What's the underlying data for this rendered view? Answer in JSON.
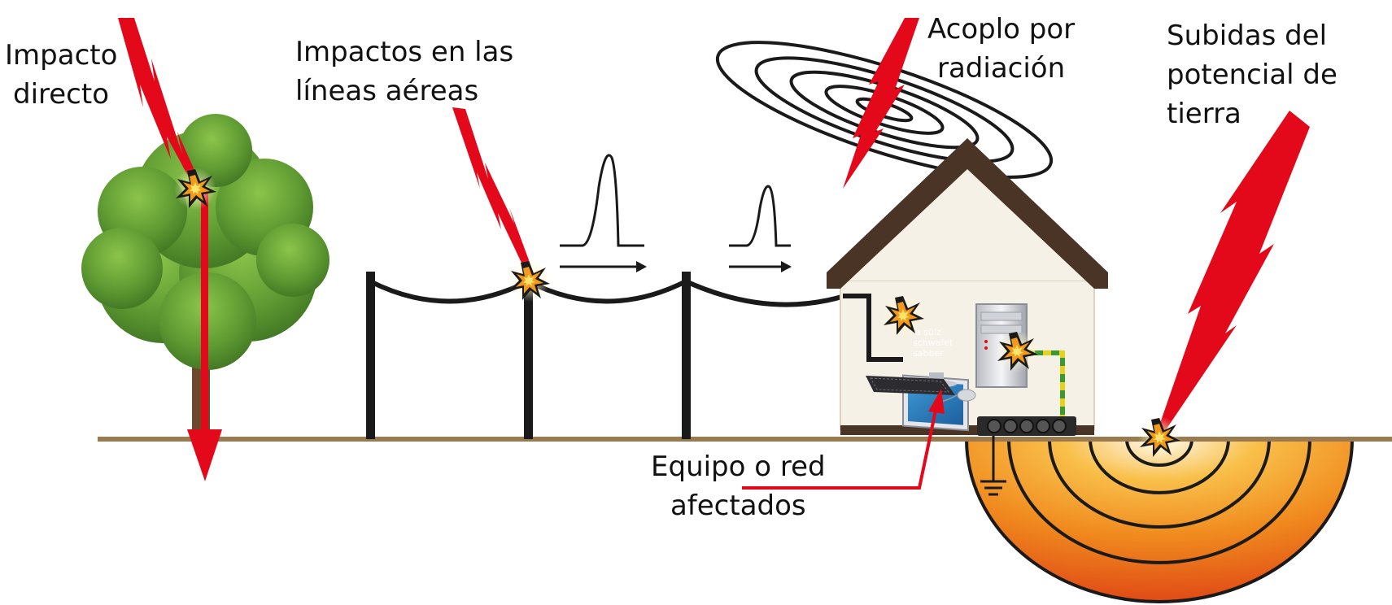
{
  "labels": {
    "direct_strike": [
      "Impacto",
      "directo"
    ],
    "overhead_lines": [
      "Impactos en las",
      "líneas aéreas"
    ],
    "radiation_coupling": [
      "Acoplo por",
      "radiación"
    ],
    "ground_potential": [
      "Subidas del",
      "potencial de",
      "tierra"
    ],
    "affected_equipment": [
      "Equipo o red",
      "afectados"
    ]
  },
  "screen_text": [
    "la sülz",
    "schwafel",
    "sabber"
  ],
  "colors": {
    "lightning": "#e3091b",
    "ground_line": "#9a7a4e",
    "wire": "#1a1a1a",
    "house_wall": "#f6f1e6",
    "roof": "#4a3426",
    "ground_wave_outer": "#e8551a",
    "ground_wave_inner": "#f5a623",
    "tree_foliage": "#5e9a32",
    "earth_wire_yellow": "#e6d21c",
    "earth_wire_green": "#3a9a2e"
  },
  "icons": [
    "tree-icon",
    "power-pole-icon",
    "house-icon",
    "computer-icon",
    "server-icon",
    "keyboard-icon",
    "mouse-icon",
    "spark-icon",
    "lightning-bolt-icon",
    "ground-symbol-icon",
    "pulse-waveform-icon"
  ]
}
